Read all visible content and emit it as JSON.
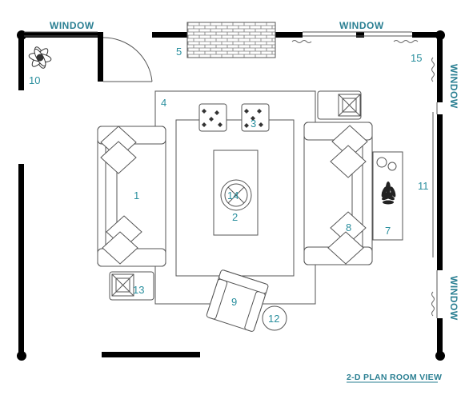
{
  "windows": {
    "top_left": "WINDOW",
    "top_right": "WINDOW",
    "right_upper": "WINDOW",
    "right_lower": "WINDOW"
  },
  "caption": "2-D PLAN ROOM VIEW",
  "labels": {
    "sofa_left": "1",
    "ottoman": "2",
    "pillows": "3",
    "rug": "4",
    "fireplace": "5",
    "console_table": "7",
    "sofa_right": "8",
    "armchair": "9",
    "plant_corner": "10",
    "right_wall_windows": "11",
    "side_table_round": "12",
    "side_table_left": "13",
    "tray": "14",
    "curtain": "15"
  },
  "colors": {
    "wall": "#000000",
    "label": "#2a8f9e",
    "window_label": "#2a7f92",
    "line": "#555555"
  }
}
